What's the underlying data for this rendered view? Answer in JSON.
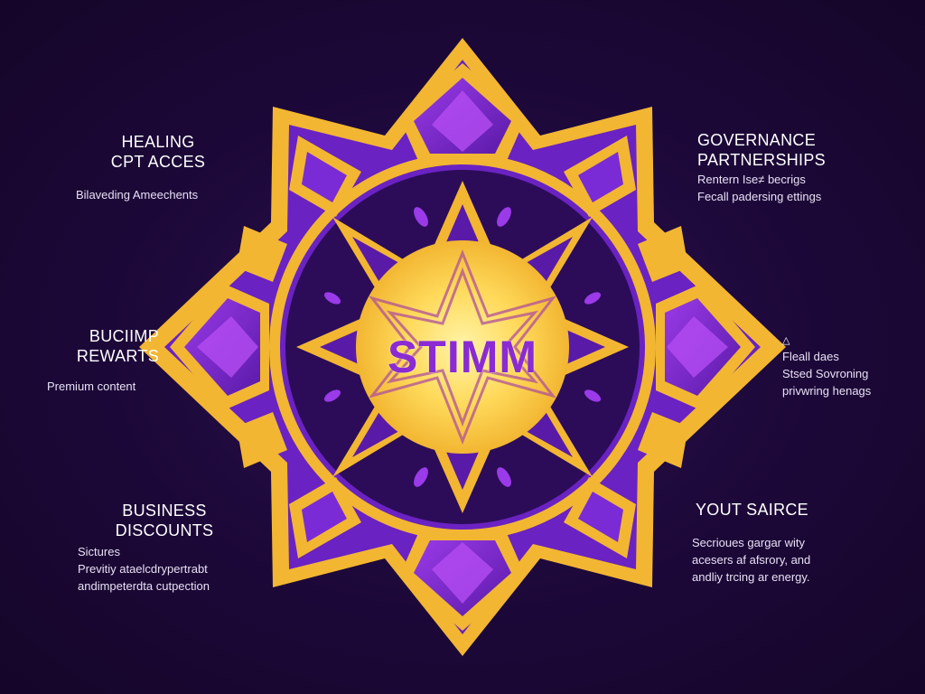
{
  "center": {
    "title": "STIMM"
  },
  "colors": {
    "background": "#1e0a3c",
    "gold": "#f2b632",
    "purple": "#7a2bd6",
    "deep_purple": "#3a0f6e",
    "accent_text": "#8a2bd3"
  },
  "labels": {
    "top_left": {
      "heading": [
        "HEALING",
        "CPT ACCES"
      ],
      "sub": [
        "Bilaveding Ameechents"
      ]
    },
    "top_right": {
      "heading": [
        "GOVERNANCE",
        "PARTNERSHIPS"
      ],
      "sub": [
        "Rentern Ise≠ beсrigs",
        "Fecall padersing ettings"
      ]
    },
    "mid_left": {
      "heading": [
        "BUCIIMP",
        "REWARTS"
      ],
      "sub": [
        "Premium content"
      ]
    },
    "mid_right": {
      "heading": [],
      "sub": [
        "Fleall daes",
        "Stsed Sovroning",
        "privwring henags"
      ]
    },
    "bottom_left": {
      "heading": [
        "BUSINESS",
        "DISCOUNTS"
      ],
      "sub": [
        "Sictures",
        "Previtiy ataelcdrypertrabt",
        "andimpeterdta cutpection"
      ]
    },
    "bottom_right": {
      "heading": [
        "YOUT SAIRCE"
      ],
      "sub": [
        "Secrioues gargar wity",
        "acesers af afsrory, and",
        "andliy trcing ar energy."
      ]
    }
  }
}
